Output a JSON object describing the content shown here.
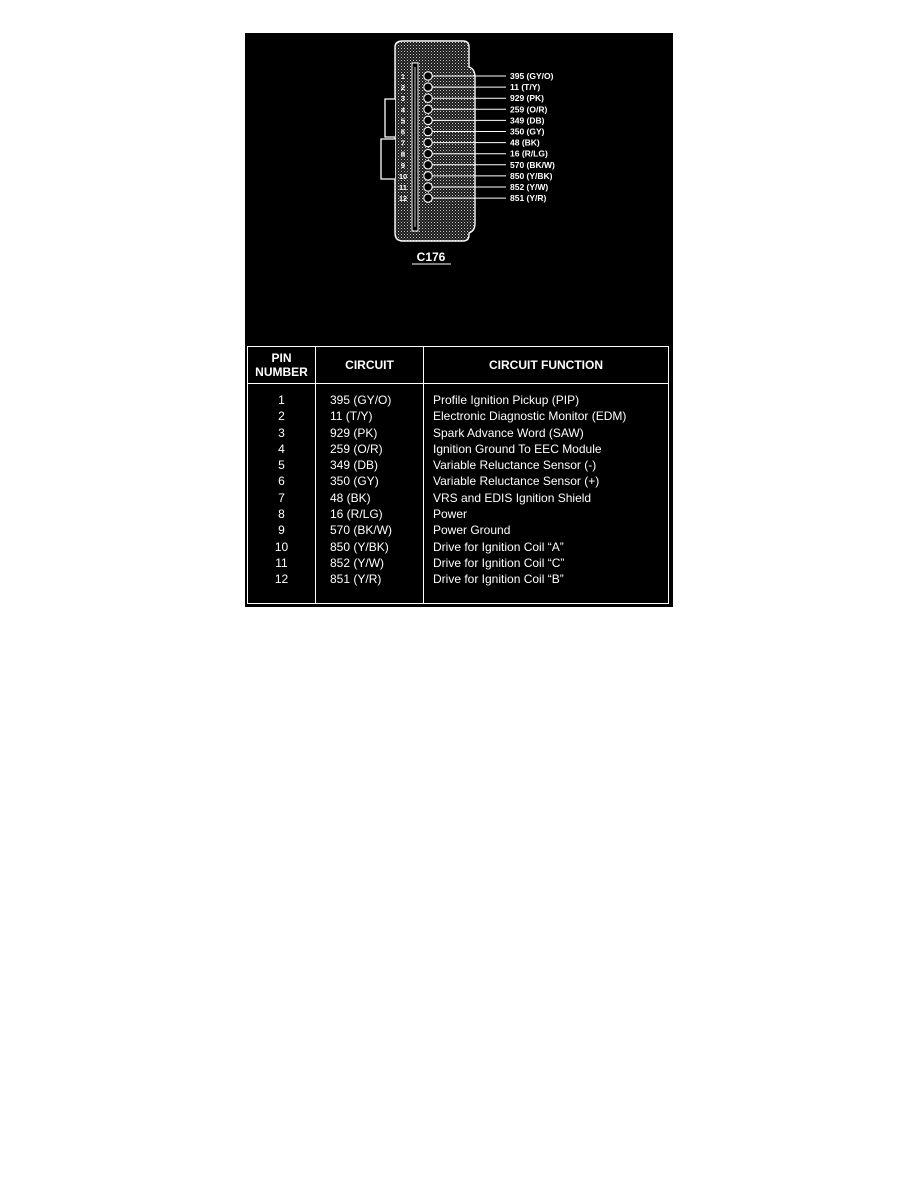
{
  "connector": {
    "label": "C176",
    "pins": [
      "1",
      "2",
      "3",
      "4",
      "5",
      "6",
      "7",
      "8",
      "9",
      "10",
      "11",
      "12"
    ],
    "callouts": [
      "395 (GY/O)",
      "11 (T/Y)",
      "929 (PK)",
      "259 (O/R)",
      "349 (DB)",
      "350 (GY)",
      "48 (BK)",
      "16 (R/LG)",
      "570 (BK/W)",
      "850 (Y/BK)",
      "852 (Y/W)",
      "851 (Y/R)"
    ]
  },
  "table": {
    "headers": {
      "pin_line1": "PIN",
      "pin_line2": "NUMBER",
      "circuit": "CIRCUIT",
      "function": "CIRCUIT FUNCTION"
    },
    "rows": [
      {
        "pin": "1",
        "circuit": "395  (GY/O)",
        "function": "Profile Ignition Pickup (PIP)"
      },
      {
        "pin": "2",
        "circuit": "11  (T/Y)",
        "function": "Electronic Diagnostic Monitor (EDM)"
      },
      {
        "pin": "3",
        "circuit": "929  (PK)",
        "function": "Spark Advance Word (SAW)"
      },
      {
        "pin": "4",
        "circuit": "259  (O/R)",
        "function": "Ignition Ground To EEC Module"
      },
      {
        "pin": "5",
        "circuit": "349  (DB)",
        "function": "Variable Reluctance Sensor (-)"
      },
      {
        "pin": "6",
        "circuit": "350  (GY)",
        "function": "Variable Reluctance Sensor (+)"
      },
      {
        "pin": "7",
        "circuit": "48  (BK)",
        "function": "VRS and EDIS Ignition Shield"
      },
      {
        "pin": "8",
        "circuit": "16  (R/LG)",
        "function": "Power"
      },
      {
        "pin": "9",
        "circuit": "570  (BK/W)",
        "function": "Power Ground"
      },
      {
        "pin": "10",
        "circuit": "850  (Y/BK)",
        "function": "Drive for Ignition Coil “A”"
      },
      {
        "pin": "11",
        "circuit": "852  (Y/W)",
        "function": "Drive for Ignition Coil “C”"
      },
      {
        "pin": "12",
        "circuit": "851  (Y/R)",
        "function": "Drive for Ignition Coil “B”"
      }
    ]
  }
}
